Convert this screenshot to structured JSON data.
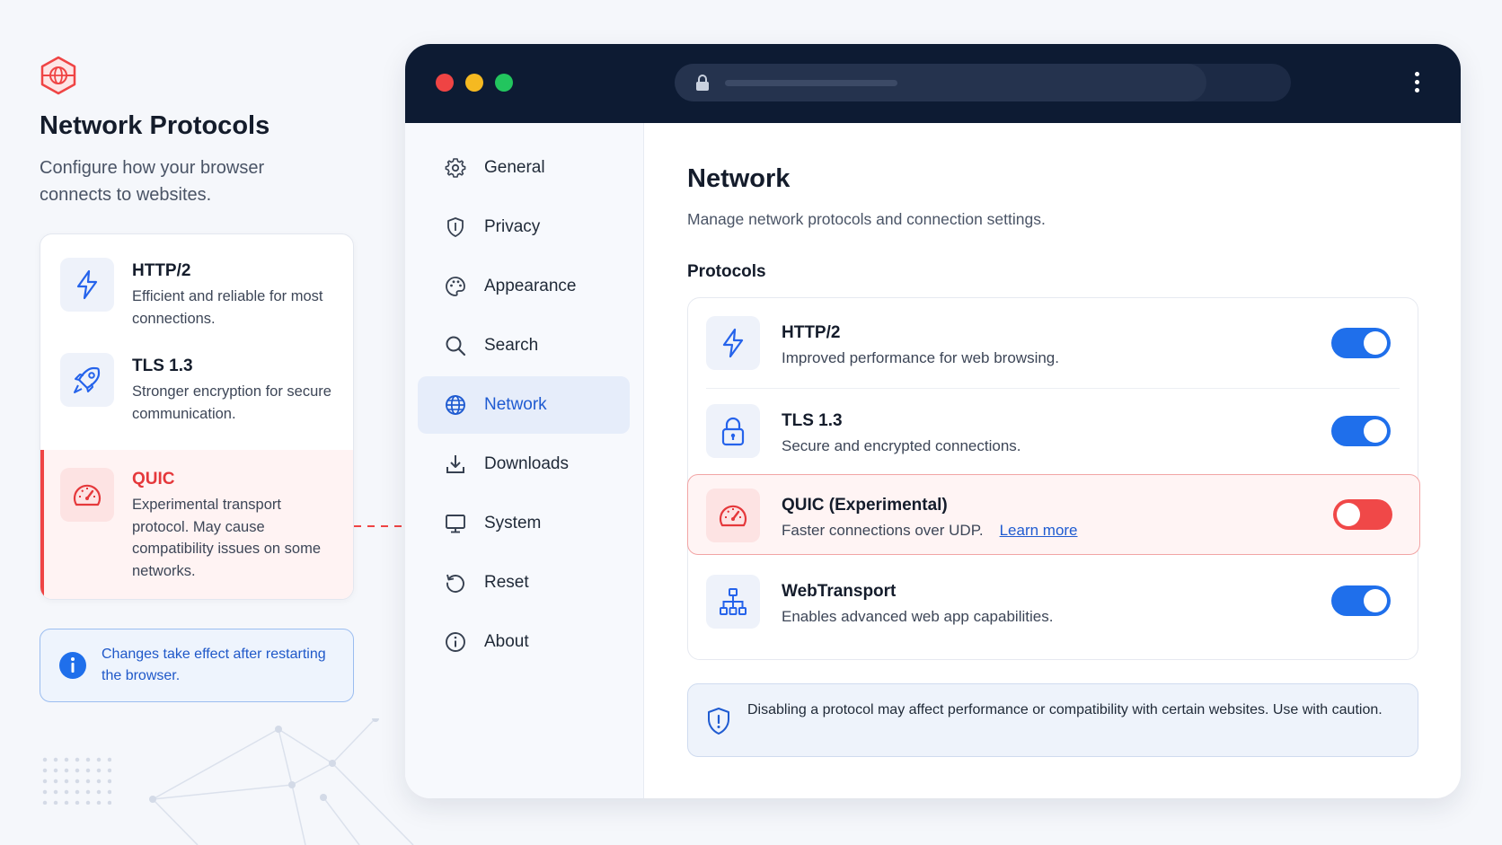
{
  "colors": {
    "accent": "#1f6feb",
    "danger": "#ef4444",
    "titlebar": "#0d1b33",
    "info": "#1f58c9"
  },
  "left": {
    "logo_icon": "globe-shield-icon",
    "title": "Network Protocols",
    "subtitle": "Configure how your browser connects to websites.",
    "features": [
      {
        "icon": "lightning-icon",
        "name": "HTTP/2",
        "desc": "Efficient and reliable for most connections."
      },
      {
        "icon": "rocket-icon",
        "name": "TLS 1.3",
        "desc": "Stronger encryption for secure communication."
      },
      {
        "icon": "speedometer-icon",
        "name": "QUIC",
        "desc": "Experimental transport protocol. May cause compatibility issues on some networks."
      }
    ],
    "notice": "Changes take effect after restarting the browser."
  },
  "browser": {
    "window_controls": [
      "close",
      "minimize",
      "maximize"
    ],
    "menu_icon": "kebab-menu-icon"
  },
  "sidebar": {
    "items": [
      {
        "icon": "gear-icon",
        "label": "General"
      },
      {
        "icon": "shield-icon",
        "label": "Privacy"
      },
      {
        "icon": "palette-icon",
        "label": "Appearance"
      },
      {
        "icon": "search-icon",
        "label": "Search"
      },
      {
        "icon": "globe-icon",
        "label": "Network",
        "active": true
      },
      {
        "icon": "download-icon",
        "label": "Downloads"
      },
      {
        "icon": "monitor-icon",
        "label": "System"
      },
      {
        "icon": "reset-icon",
        "label": "Reset"
      },
      {
        "icon": "info-icon",
        "label": "About"
      }
    ]
  },
  "main": {
    "title": "Network",
    "subtitle": "Manage network protocols and connection settings.",
    "section": "Protocols",
    "protocols": [
      {
        "icon": "lightning-icon",
        "name": "HTTP/2",
        "desc": "Improved performance for web browsing.",
        "enabled": true
      },
      {
        "icon": "lock-icon",
        "name": "TLS 1.3",
        "desc": "Secure and encrypted connections.",
        "enabled": true
      },
      {
        "icon": "speedometer-icon",
        "name": "QUIC (Experimental)",
        "desc": "Faster connections over UDP.",
        "link": "Learn more",
        "enabled": false
      },
      {
        "icon": "sitemap-icon",
        "name": "WebTransport",
        "desc": "Enables advanced web app capabilities.",
        "enabled": true
      }
    ],
    "warning": "Disabling a protocol may affect performance or compatibility with certain websites. Use with caution."
  }
}
